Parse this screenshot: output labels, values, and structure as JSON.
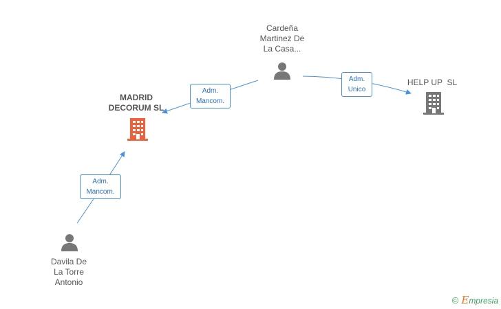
{
  "nodes": {
    "main_company": {
      "lines": [
        "MADRID",
        "DECORUM SL"
      ],
      "color": "#f0603a"
    },
    "top_person": {
      "lines": [
        "Cardeña",
        "Martinez De",
        "La Casa..."
      ]
    },
    "other_company": {
      "lines": [
        "HELP UP  SL"
      ],
      "color": "#777777"
    },
    "bottom_person": {
      "lines": [
        "Davila De",
        "La Torre",
        "Antonio"
      ]
    }
  },
  "edges": [
    {
      "id": "top-to-main",
      "lines": [
        "Adm.",
        "Mancom."
      ]
    },
    {
      "id": "top-to-other",
      "lines": [
        "Adm.",
        "Unico"
      ]
    },
    {
      "id": "bottom-to-main",
      "lines": [
        "Adm.",
        "Mancom."
      ]
    }
  ],
  "colors": {
    "edge": "#4a90e2",
    "person": "#777777"
  },
  "footer": {
    "copyright": "©",
    "brand_initial": "E",
    "brand_rest": "mpresia"
  }
}
